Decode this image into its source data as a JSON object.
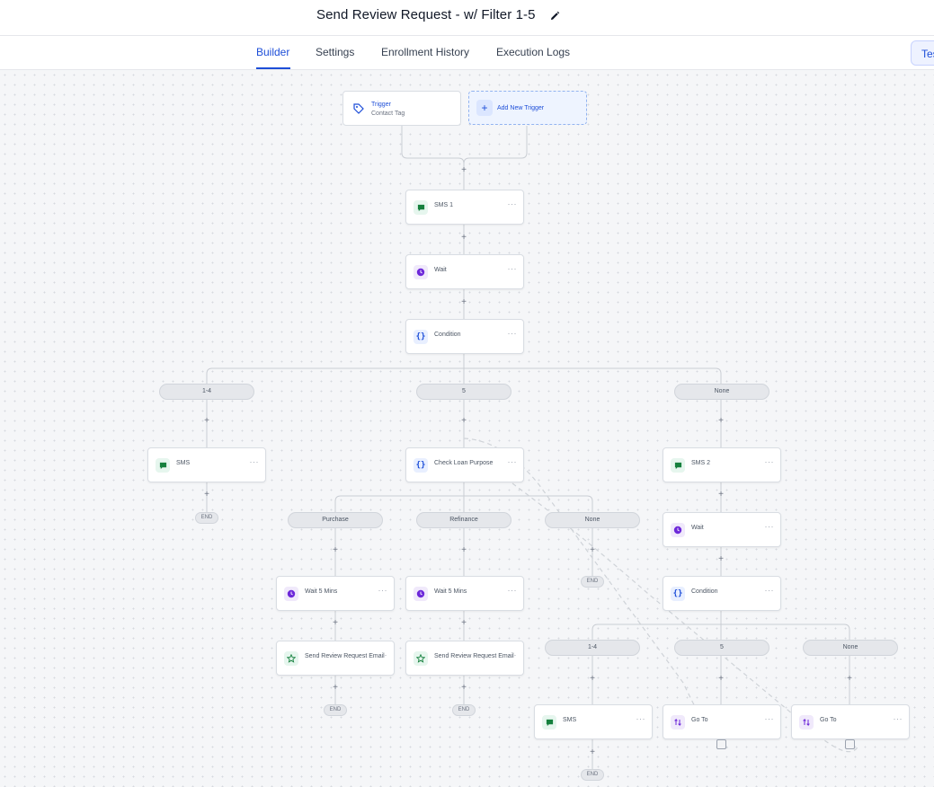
{
  "header": {
    "title": "Send Review Request - w/ Filter 1-5",
    "tabs": [
      {
        "label": "Builder",
        "active": true
      },
      {
        "label": "Settings",
        "active": false
      },
      {
        "label": "Enrollment History",
        "active": false
      },
      {
        "label": "Execution Logs",
        "active": false
      }
    ],
    "test_label": "Tes"
  },
  "colors": {
    "accent": "#1d4ed8",
    "sms": "#15803d",
    "wait": "#6d28d9"
  },
  "trigger": {
    "title": "Trigger",
    "subtitle": "Contact Tag",
    "add_label": "Add New Trigger"
  },
  "nodes": {
    "sms1": "SMS 1",
    "wait1": "Wait",
    "condition1": "Condition",
    "sms_left": "SMS",
    "check_loan": "Check Loan Purpose",
    "sms2": "SMS 2",
    "wait2": "Wait",
    "condition2": "Condition",
    "wait5_purchase": "Wait 5 Mins",
    "wait5_refinance": "Wait 5 Mins",
    "email_purchase": "Send Review Request Email",
    "email_refinance": "Send Review Request Email",
    "sms_bottom": "SMS",
    "goto1": "Go To",
    "goto2": "Go To"
  },
  "branches": {
    "c1_a": "1-4",
    "c1_b": "5",
    "c1_c": "None",
    "loan_a": "Purchase",
    "loan_b": "Refinance",
    "loan_c": "None",
    "c2_a": "1-4",
    "c2_b": "5",
    "c2_c": "None"
  },
  "end_label": "END",
  "more_label": "···"
}
